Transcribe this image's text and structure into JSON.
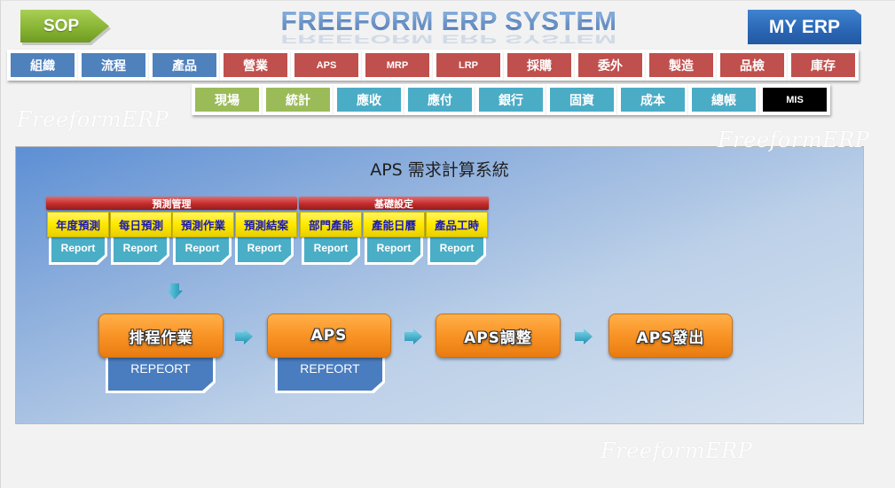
{
  "header": {
    "sop_label": "SOP",
    "title": "FREEFORM ERP SYSTEM",
    "my_erp_label": "MY ERP"
  },
  "nav": {
    "row1": [
      {
        "label": "組織",
        "color": "#4f81bd"
      },
      {
        "label": "流程",
        "color": "#4f81bd"
      },
      {
        "label": "產品",
        "color": "#4f81bd"
      },
      {
        "label": "營業",
        "color": "#c0504d"
      },
      {
        "label": "APS",
        "color": "#c0504d"
      },
      {
        "label": "MRP",
        "color": "#c0504d"
      },
      {
        "label": "LRP",
        "color": "#c0504d"
      },
      {
        "label": "採購",
        "color": "#c0504d"
      },
      {
        "label": "委外",
        "color": "#c0504d"
      },
      {
        "label": "製造",
        "color": "#c0504d"
      },
      {
        "label": "品檢",
        "color": "#c0504d"
      },
      {
        "label": "庫存",
        "color": "#c0504d"
      }
    ],
    "row2": [
      {
        "label": "現場",
        "color": "#9bbb59"
      },
      {
        "label": "統計",
        "color": "#9bbb59"
      },
      {
        "label": "應收",
        "color": "#4bacc6"
      },
      {
        "label": "應付",
        "color": "#4bacc6"
      },
      {
        "label": "銀行",
        "color": "#4bacc6"
      },
      {
        "label": "固資",
        "color": "#4bacc6"
      },
      {
        "label": "成本",
        "color": "#4bacc6"
      },
      {
        "label": "總帳",
        "color": "#4bacc6"
      },
      {
        "label": "MIS",
        "color": "#000000"
      }
    ]
  },
  "watermark": "FreeformERP",
  "panel": {
    "title": "APS 需求計算系統",
    "groups": [
      {
        "label": "預測管理"
      },
      {
        "label": "基礎設定"
      }
    ],
    "modules": [
      {
        "label": "年度預測",
        "report": "Report"
      },
      {
        "label": "每日預測",
        "report": "Report"
      },
      {
        "label": "預測作業",
        "report": "Report"
      },
      {
        "label": "預測結案",
        "report": "Report"
      },
      {
        "label": "部門產能",
        "report": "Report"
      },
      {
        "label": "產能日曆",
        "report": "Report"
      },
      {
        "label": "產品工時",
        "report": "Report"
      }
    ],
    "flow": [
      {
        "label": "排程作業",
        "report": "REPEORT"
      },
      {
        "label": "APS",
        "report": "REPEORT"
      },
      {
        "label": "APS調整"
      },
      {
        "label": "APS發出"
      }
    ]
  }
}
